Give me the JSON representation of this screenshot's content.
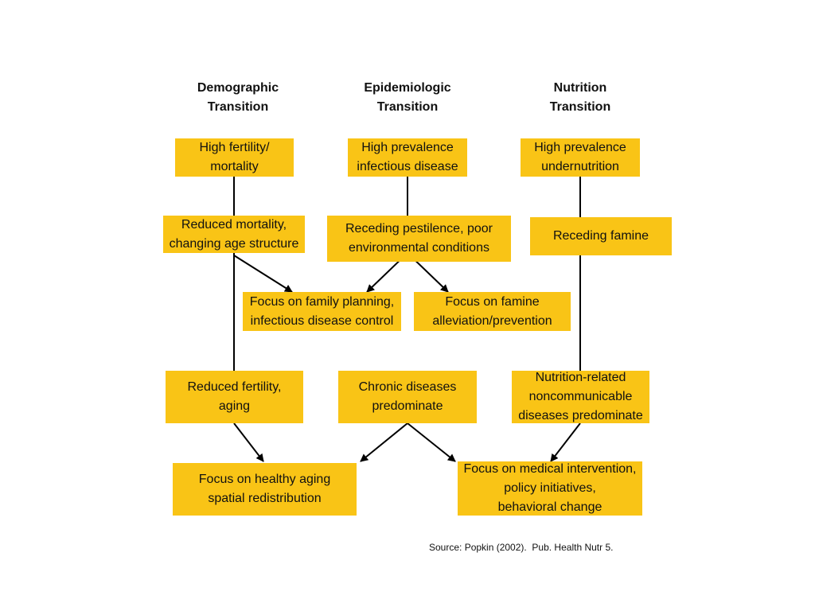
{
  "headers": {
    "demographic": "Demographic\nTransition",
    "epidemiologic": "Epidemiologic\nTransition",
    "nutrition": "Nutrition\nTransition"
  },
  "boxes": {
    "high_fertility": "High fertility/\nmortality",
    "high_prevalence_infectious": "High prevalence\ninfectious disease",
    "high_prevalence_undernutrition": "High prevalence\nundernutrition",
    "reduced_mortality": "Reduced mortality,\nchanging age structure",
    "receding_pestilence": "Receding pestilence, poor\nenvironmental conditions",
    "receding_famine": "Receding famine",
    "focus_family_planning": "Focus on family planning,\ninfectious disease control",
    "focus_famine": "Focus on famine\nalleviation/prevention",
    "reduced_fertility": "Reduced fertility,\naging",
    "chronic_diseases": "Chronic diseases\npredominate",
    "nutrition_ncd": "Nutrition-related\nnoncommunicable\ndiseases predominate",
    "focus_healthy_aging": "Focus on healthy aging\nspatial redistribution",
    "focus_medical": "Focus on medical intervention,\npolicy initiatives,\nbehavioral change"
  },
  "source": "Source: Popkin (2002).  Pub. Health Nutr 5.",
  "colors": {
    "box_fill": "#f9c416",
    "line": "#000000",
    "text": "#111111"
  }
}
